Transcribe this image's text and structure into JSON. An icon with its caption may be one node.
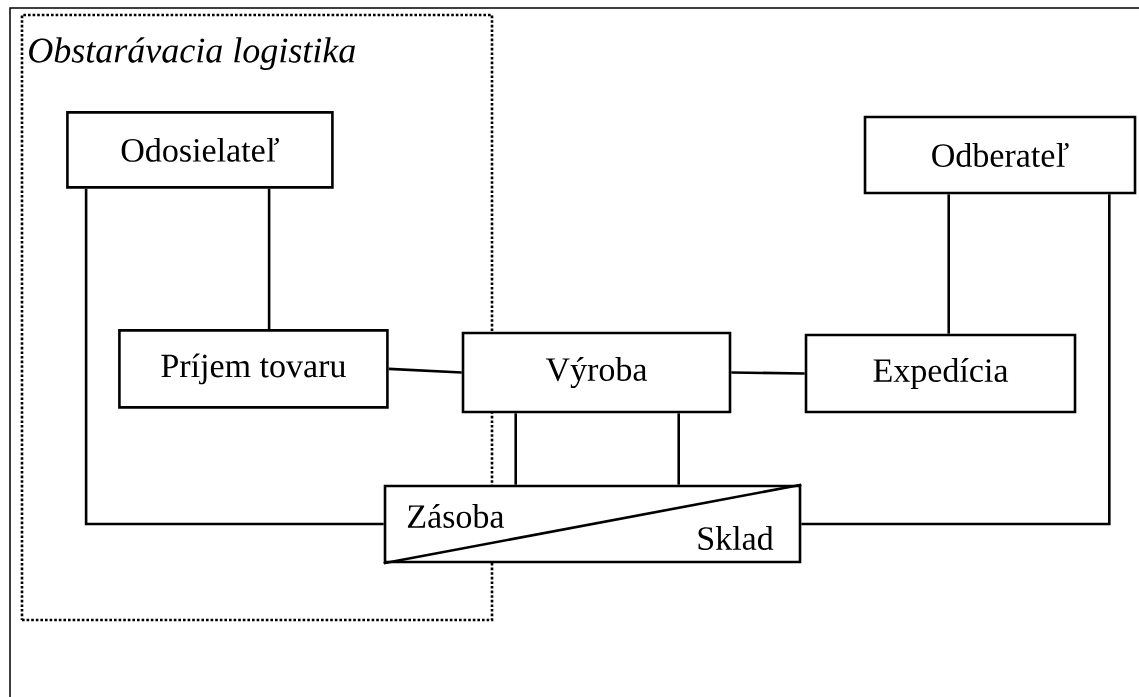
{
  "diagram": {
    "nodes": [
      {
        "text": [
          "Obstarávacia logistika"
        ]
      },
      {
        "text": [
          "Odosielateľ"
        ],
        "in": 0
      },
      {
        "text": [
          "Príjem tovaru"
        ],
        "in": 0
      },
      {
        "text": [
          "Výroba"
        ]
      },
      {
        "text": [
          "Expedícia"
        ]
      },
      {
        "text": [
          "Odberateľ"
        ]
      },
      {
        "text": [
          "Zásoba",
          "Sklad"
        ]
      }
    ],
    "edges": [
      {
        "from": 1,
        "to": 2,
        "arrow": "none"
      },
      {
        "from": 1,
        "to": 6,
        "arrow": "none"
      },
      {
        "from": 2,
        "to": 3,
        "arrow": "none"
      },
      {
        "from": 3,
        "to": 4,
        "arrow": "none"
      },
      {
        "from": 5,
        "to": 4,
        "arrow": "none"
      },
      {
        "from": 5,
        "to": 6,
        "arrow": "none"
      },
      {
        "from": 3,
        "to": 6,
        "arrow": "none"
      },
      {
        "from": 3,
        "to": 6,
        "arrow": "none"
      }
    ]
  }
}
